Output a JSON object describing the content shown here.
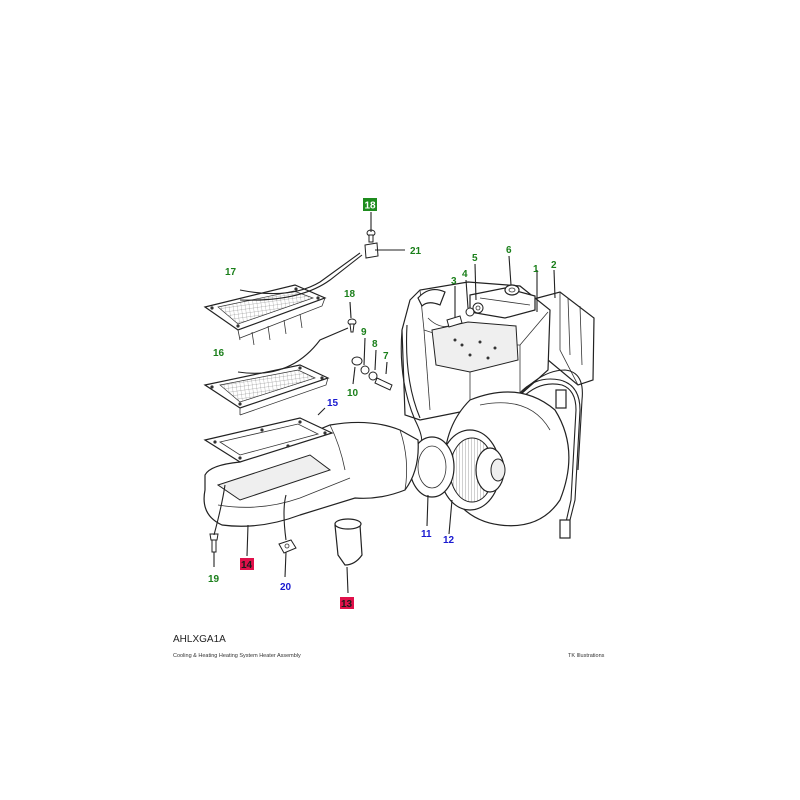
{
  "diagram": {
    "caption": "AHLXGA1A",
    "subtitle": "Cooling & Heating Heating System Heater Assembly",
    "credit": "TK Illustrations",
    "colors": {
      "label_green": "#1a7f1a",
      "label_blue": "#1a1ad0",
      "badge_red": "#e0104a",
      "badge_green": "#1e8c1e"
    },
    "labels": {
      "l1": "1",
      "l2": "2",
      "l3": "3",
      "l4": "4",
      "l5": "5",
      "l6": "6",
      "l7": "7",
      "l8": "8",
      "l9": "9",
      "l10": "10",
      "l11": "11",
      "l12": "12",
      "l13": "13",
      "l14": "14",
      "l15": "15",
      "l16": "16",
      "l17": "17",
      "l18": "18",
      "l19": "19",
      "l20": "20",
      "l21": "21",
      "l18b": "18"
    }
  }
}
